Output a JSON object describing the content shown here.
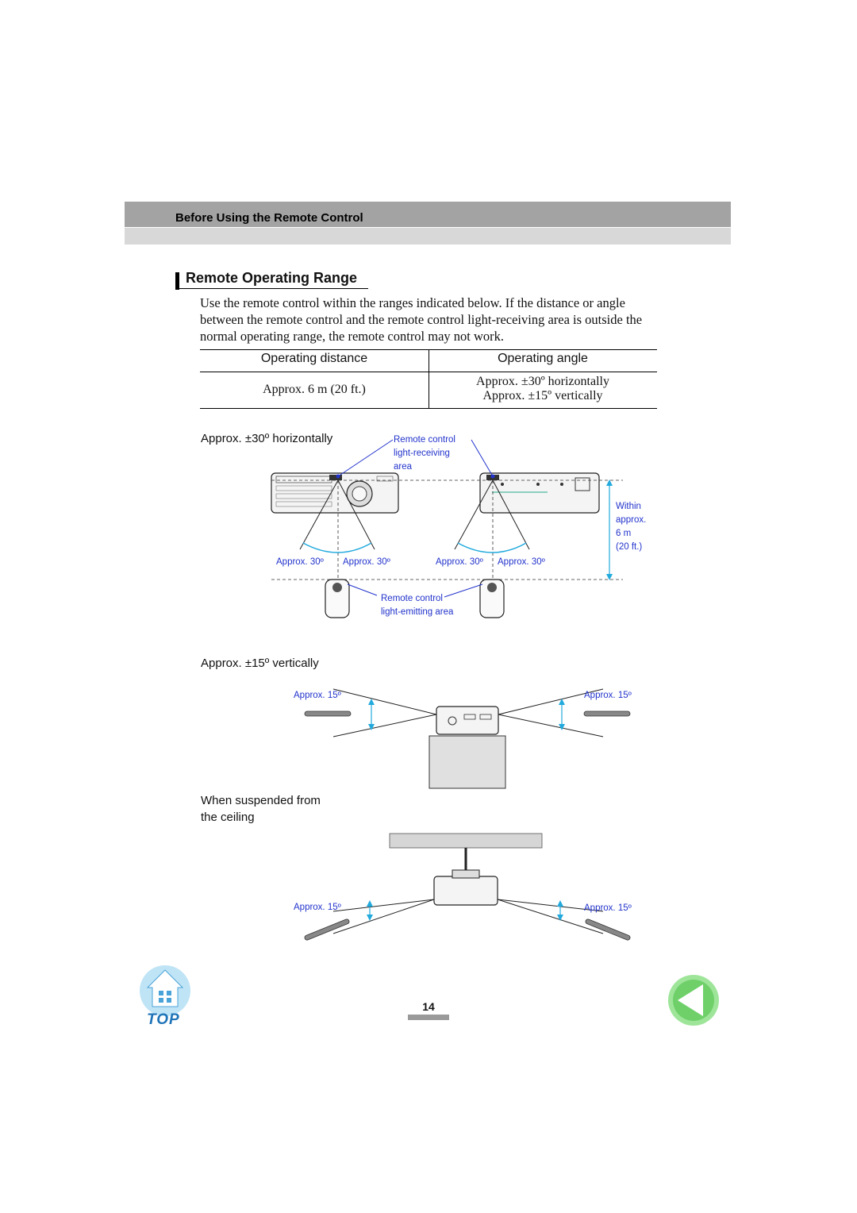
{
  "header": {
    "section": "Before Using the Remote Control"
  },
  "section": {
    "title": "Remote Operating Range",
    "intro": "Use the remote control within the ranges indicated below. If the distance or angle between the remote control and the remote control light-receiving area is outside the normal operating range, the remote control may not work."
  },
  "table": {
    "col1_header": "Operating distance",
    "col2_header": "Operating angle",
    "distance": "Approx. 6 m (20 ft.)",
    "angle_h": "Approx. ±30º horizontally",
    "angle_v": "Approx. ±15º vertically"
  },
  "horizontal": {
    "heading": "Approx. ±30º horizontally",
    "receiving_label_1": "Remote control",
    "receiving_label_2": "light-receiving",
    "receiving_label_3": "area",
    "emitting_label_1": "Remote control",
    "emitting_label_2": "light-emitting area",
    "angle_label": "Approx. 30º",
    "within_1": "Within",
    "within_2": "approx.",
    "within_3": "6 m",
    "within_4": "(20 ft.)"
  },
  "vertical": {
    "heading": "Approx. ±15º vertically",
    "angle_label": "Approx. 15º"
  },
  "ceiling": {
    "heading_1": "When suspended from",
    "heading_2": "the ceiling",
    "angle_label": "Approx. 15º"
  },
  "footer": {
    "page_number": "14",
    "top_label": "TOP"
  },
  "colors": {
    "accent_blue": "#2233cc",
    "cyan": "#22aadd",
    "header_gray": "#a3a3a3"
  }
}
